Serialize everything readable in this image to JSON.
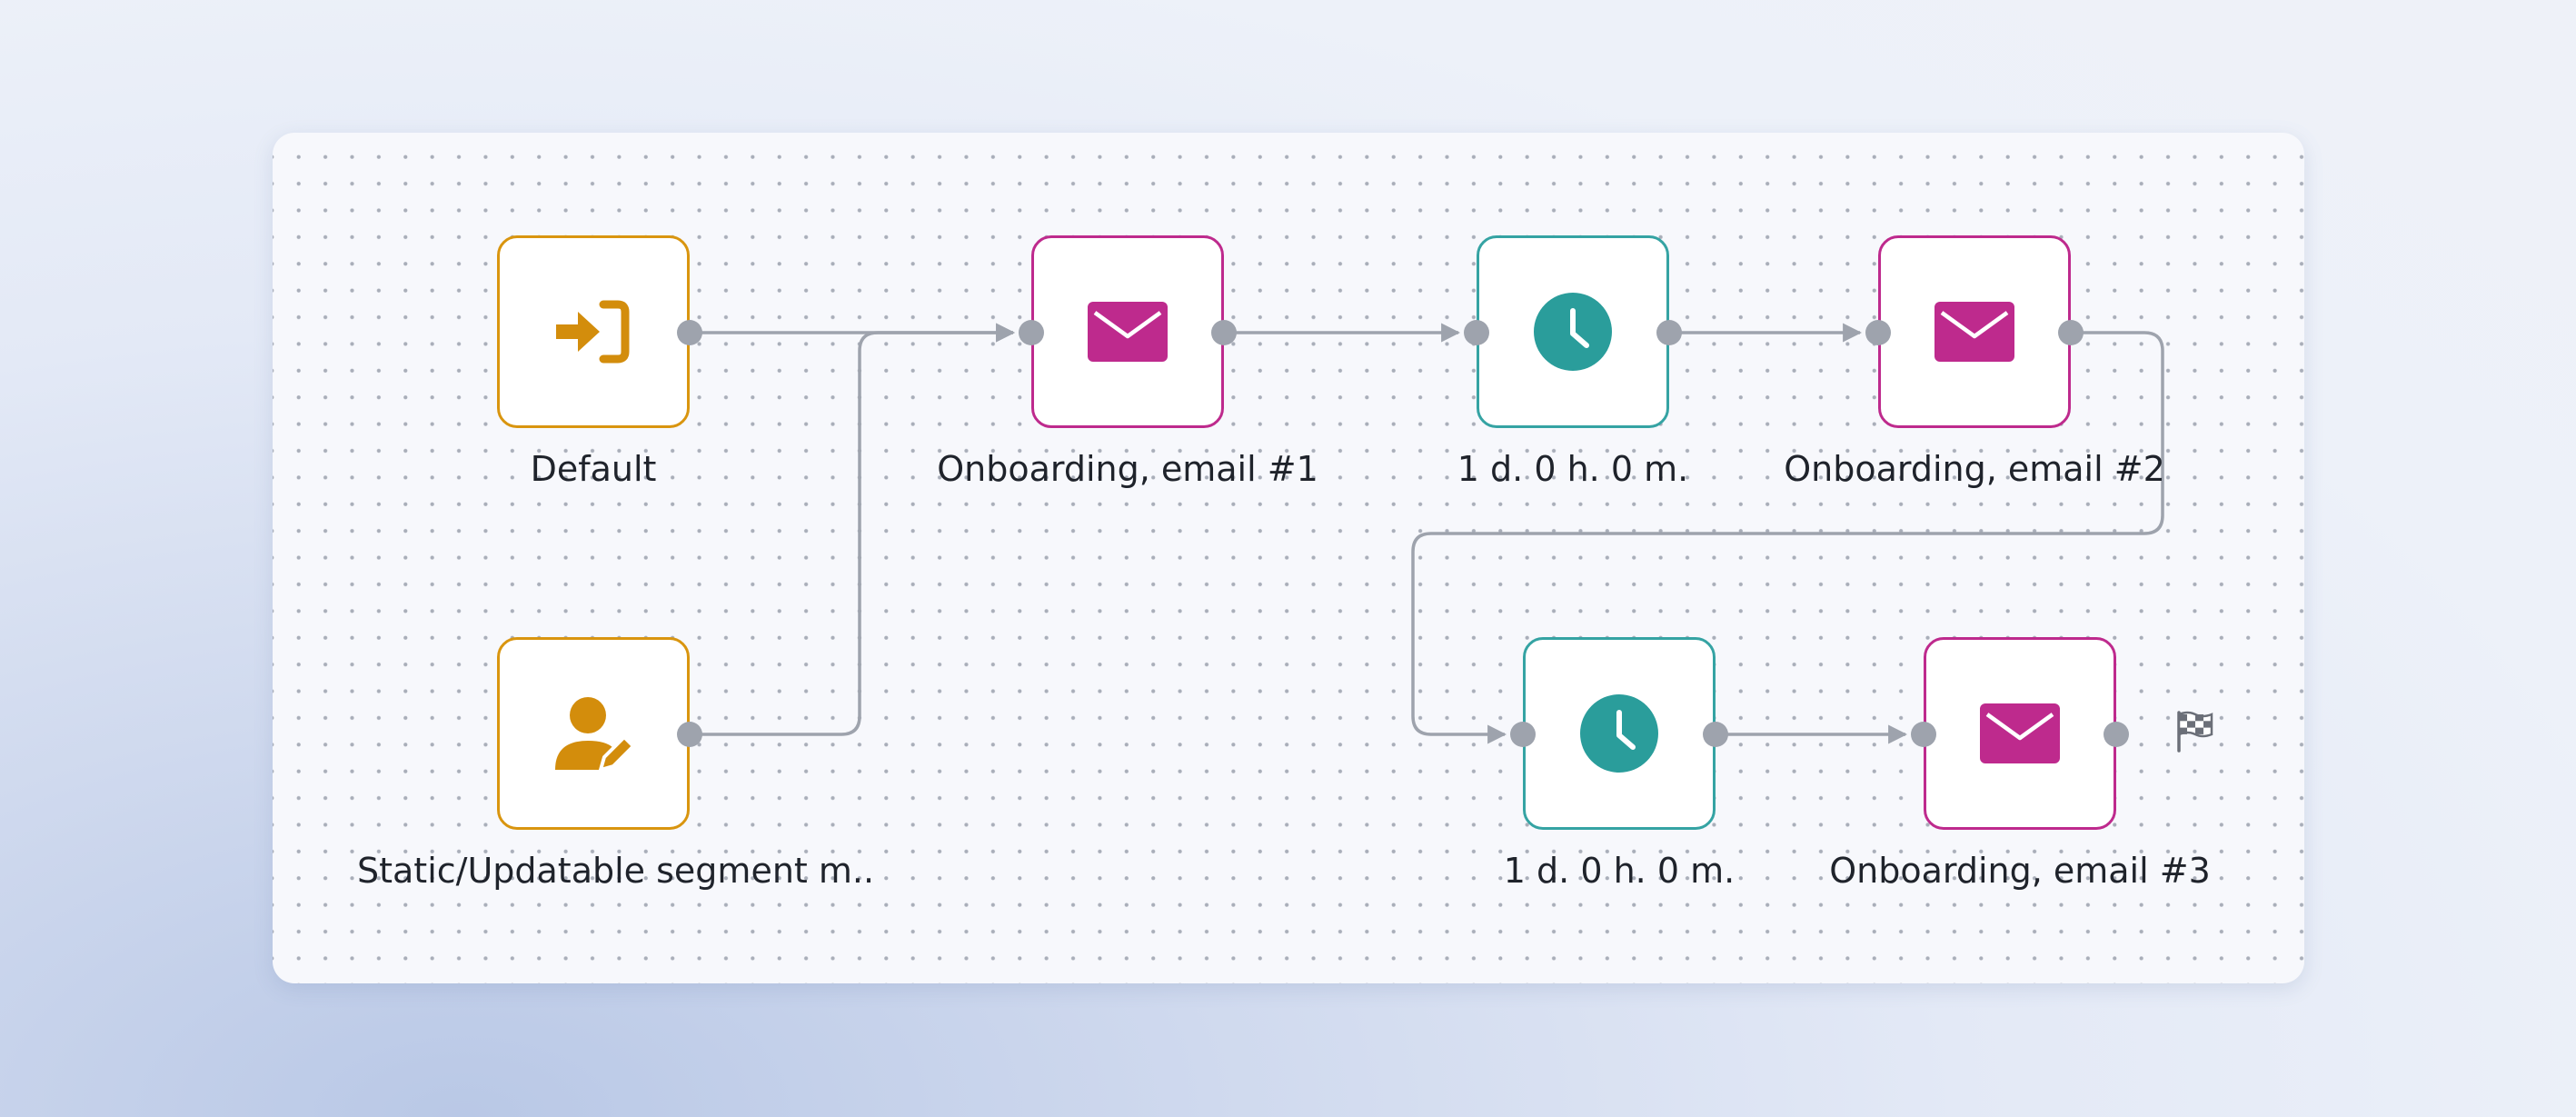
{
  "workflow": {
    "nodes": [
      {
        "id": "default",
        "type": "start",
        "icon": "sign-in-icon",
        "label": "Default"
      },
      {
        "id": "segment",
        "type": "start",
        "icon": "user-edit-icon",
        "label": "Static/Updatable segment m.."
      },
      {
        "id": "email1",
        "type": "email",
        "icon": "envelope-icon",
        "label": "Onboarding, email #1"
      },
      {
        "id": "wait1",
        "type": "wait",
        "icon": "clock-icon",
        "label": "1 d. 0 h. 0 m."
      },
      {
        "id": "email2",
        "type": "email",
        "icon": "envelope-icon",
        "label": "Onboarding, email #2"
      },
      {
        "id": "wait2",
        "type": "wait",
        "icon": "clock-icon",
        "label": "1 d. 0 h. 0 m."
      },
      {
        "id": "email3",
        "type": "email",
        "icon": "envelope-icon",
        "label": "Onboarding, email #3"
      }
    ],
    "edges": [
      [
        "default",
        "email1"
      ],
      [
        "segment",
        "email1"
      ],
      [
        "email1",
        "wait1"
      ],
      [
        "wait1",
        "email2"
      ],
      [
        "email2",
        "wait2"
      ],
      [
        "wait2",
        "email3"
      ]
    ],
    "end_marker": "checkered-flag-icon"
  },
  "colors": {
    "start": "#d9950f",
    "email": "#be2a8d",
    "wait": "#35a3a3",
    "connector": "#9ea3ad"
  }
}
